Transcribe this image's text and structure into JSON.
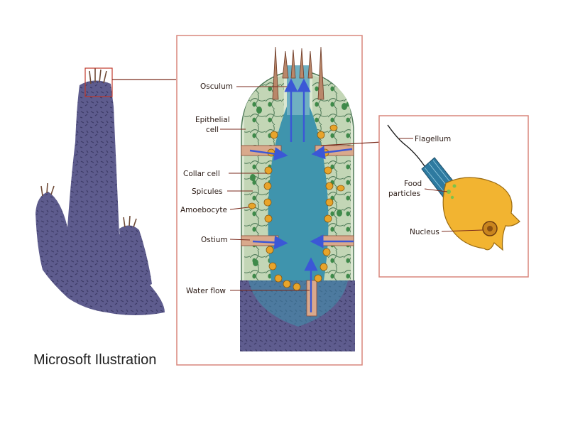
{
  "caption": "Microsoft Ilustration",
  "labels": {
    "osculum": "Osculum",
    "epithelial_line1": "Epithelial",
    "epithelial_line2": "cell",
    "collar_cell": "Collar cell",
    "spicules": "Spicules",
    "amoebocyte": "Amoebocyte",
    "ostium": "Ostium",
    "water_flow": "Water flow",
    "flagellum": "Flagellum",
    "food_line1": "Food",
    "food_line2": "particles",
    "nucleus": "Nucleus"
  },
  "colors": {
    "frame": "#d9867c",
    "leader": "#7a2a1c",
    "sponge_body": "#5e5c8e",
    "cavity": "#3f94ad",
    "water_arrow": "#3b57d6",
    "collar_cell": "#e8a42a",
    "mesohyl": "#b9cfae"
  }
}
